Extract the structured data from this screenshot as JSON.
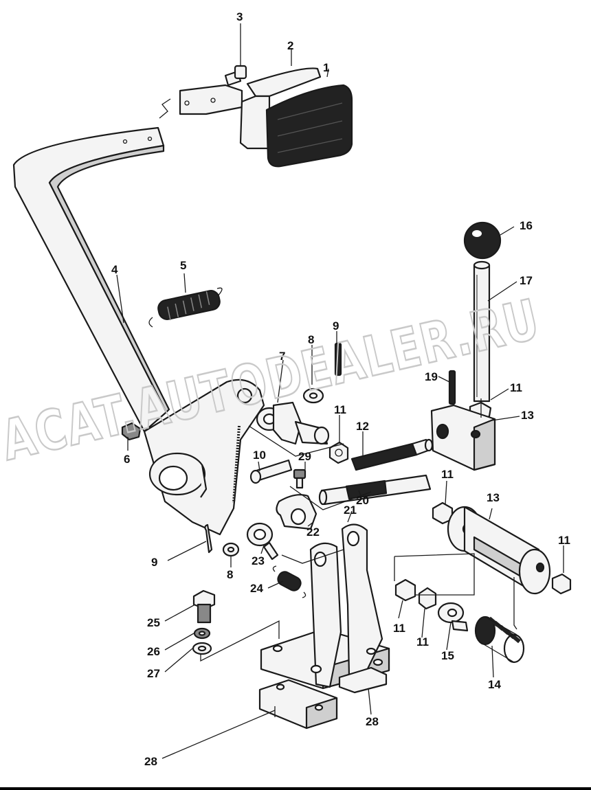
{
  "watermark": "ACAT.AUTODEALER.RU",
  "callouts": [
    "1",
    "2",
    "3",
    "4",
    "5",
    "6",
    "7",
    "8",
    "8",
    "9",
    "9",
    "10",
    "11",
    "11",
    "11",
    "11",
    "11",
    "11",
    "12",
    "13",
    "13",
    "14",
    "15",
    "16",
    "17",
    "19",
    "20",
    "21",
    "22",
    "23",
    "24",
    "25",
    "26",
    "27",
    "28",
    "28",
    "29"
  ]
}
